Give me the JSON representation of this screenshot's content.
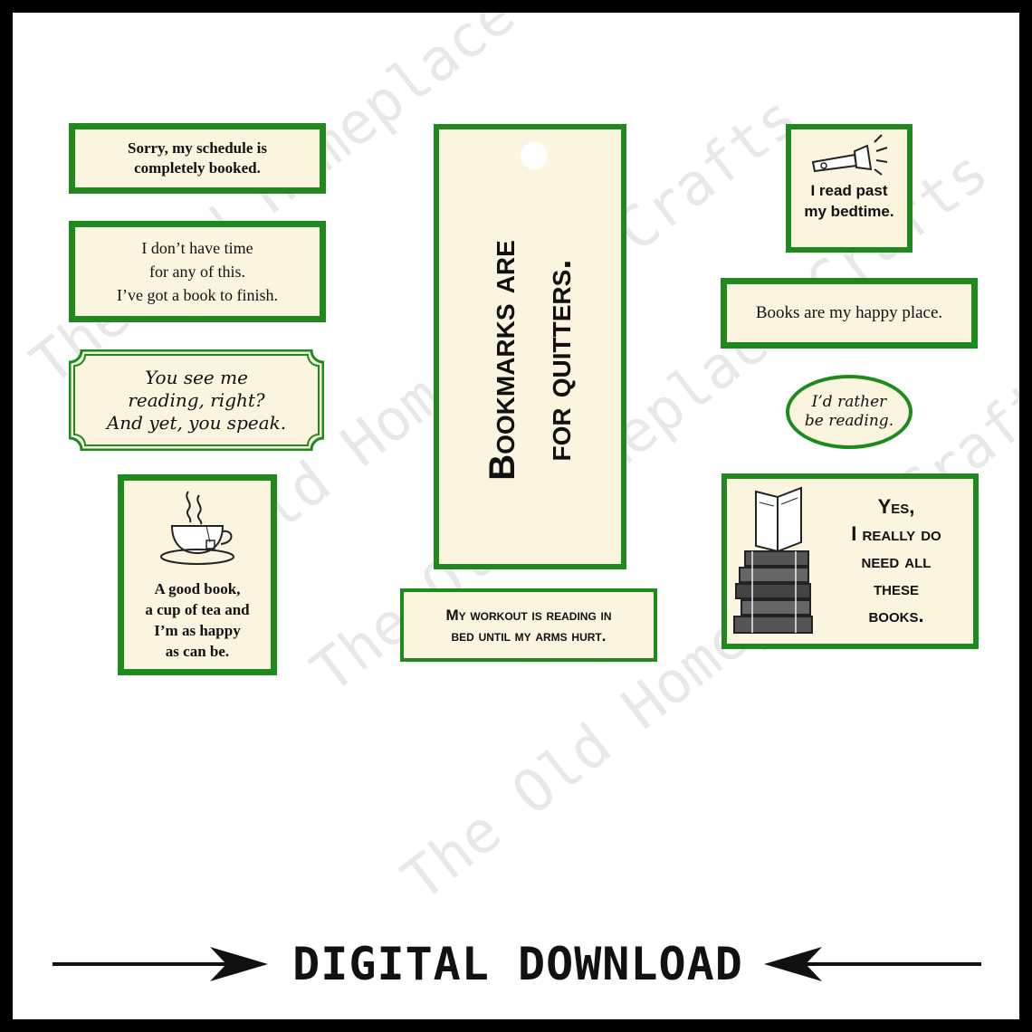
{
  "watermark": "The Old Homeplace Crafts",
  "labels": {
    "schedule": "Sorry, my schedule is completely booked.",
    "no_time_1": "I don’t have time",
    "no_time_2": "for any of this.",
    "no_time_3": "I’ve got a book to finish.",
    "reading_1": "You see me",
    "reading_2": "reading, right?",
    "reading_3": "And yet, you speak.",
    "tea_1": "A good book,",
    "tea_2": "a cup of tea and",
    "tea_3": "I’m as happy",
    "tea_4": "as can be.",
    "bookmarks_1": "Bookmarks are",
    "bookmarks_2": "for quitters.",
    "workout_1": "My workout is reading in",
    "workout_2": "bed until my arms hurt.",
    "bedtime_1": "I read past",
    "bedtime_2": "my bedtime.",
    "happy_place": "Books are my happy place.",
    "rather_1": "I’d rather",
    "rather_2": "be reading.",
    "yes_1": "Yes,",
    "yes_2": "I really do",
    "yes_3": "need all",
    "yes_4": "these",
    "yes_5": "books."
  },
  "footer": {
    "text": "DIGITAL DOWNLOAD"
  },
  "colors": {
    "border": "#1e8a1e",
    "label_bg": "#fbf4df",
    "frame": "#000000"
  },
  "icons": [
    "teacup-icon",
    "flashlight-icon",
    "book-stack-icon",
    "arrow-right-icon",
    "arrow-left-icon"
  ]
}
